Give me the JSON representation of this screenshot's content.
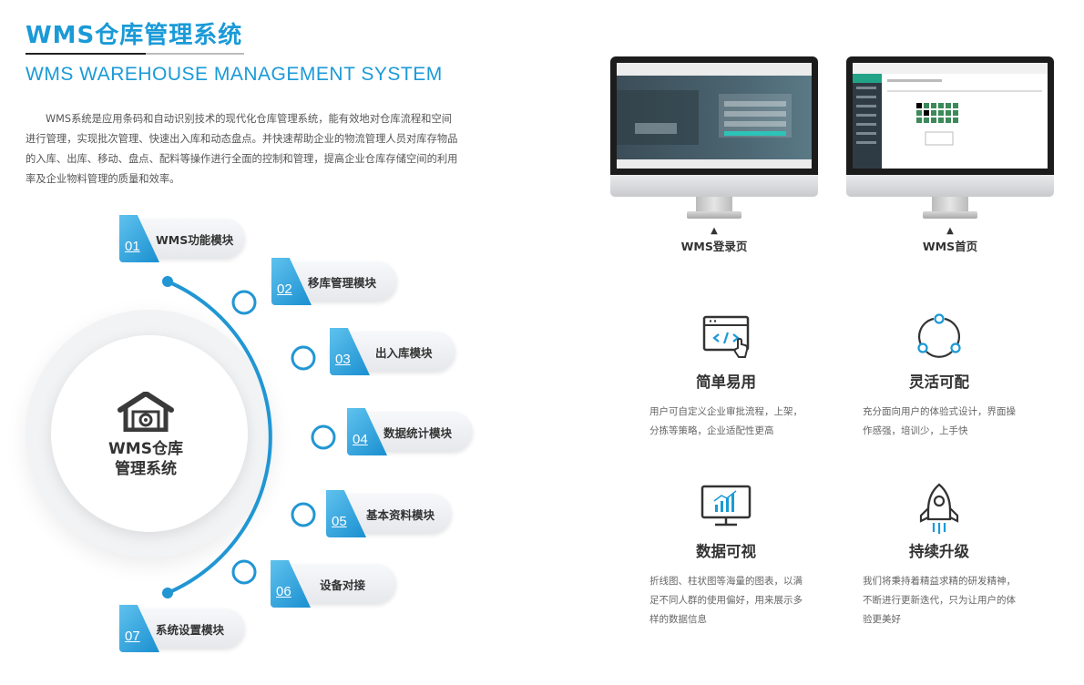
{
  "header": {
    "title_cn": "WMS仓库管理系统",
    "title_en": "WMS WAREHOUSE MANAGEMENT SYSTEM",
    "intro": "WMS系统是应用条码和自动识别技术的现代化仓库管理系统，能有效地对仓库流程和空间进行管理，实现批次管理、快速出入库和动态盘点。并快速帮助企业的物流管理人员对库存物品的入库、出库、移动、盘点、配料等操作进行全面的控制和管理，提高企业仓库存储空间的利用率及企业物料管理的质量和效率。"
  },
  "center": {
    "line1": "WMS仓库",
    "line2": "管理系统",
    "icon": "warehouse-icon"
  },
  "modules": [
    {
      "num": "01",
      "label": "WMS功能模块"
    },
    {
      "num": "02",
      "label": "移库管理模块"
    },
    {
      "num": "03",
      "label": "出入库模块"
    },
    {
      "num": "04",
      "label": "数据统计模块"
    },
    {
      "num": "05",
      "label": "基本资料模块"
    },
    {
      "num": "06",
      "label": "设备对接"
    },
    {
      "num": "07",
      "label": "系统设置模块"
    }
  ],
  "screens": {
    "login": {
      "caption": "WMS登录页",
      "arrow": "▲",
      "icon": "login-screen-image"
    },
    "home": {
      "caption": "WMS首页",
      "arrow": "▲",
      "icon": "home-screen-image"
    }
  },
  "features": [
    {
      "icon": "code-click-icon",
      "title": "简单易用",
      "desc": "用户可自定义企业审批流程，上架，分拣等策略，企业适配性更高"
    },
    {
      "icon": "cycle-icon",
      "title": "灵活可配",
      "desc": "充分面向用户的体验式设计，界面操作感强，培训少，上手快"
    },
    {
      "icon": "monitor-chart-icon",
      "title": "数据可视",
      "desc": "折线图、柱状图等海量的图表，以满足不同人群的使用偏好，用来展示多样的数据信息"
    },
    {
      "icon": "rocket-icon",
      "title": "持续升级",
      "desc": "我们将秉持着精益求精的研发精神，不断进行更新迭代，只为让用户的体验更美好"
    }
  ],
  "colors": {
    "accent": "#1a9ad7",
    "text": "#333333",
    "muted": "#666666"
  }
}
